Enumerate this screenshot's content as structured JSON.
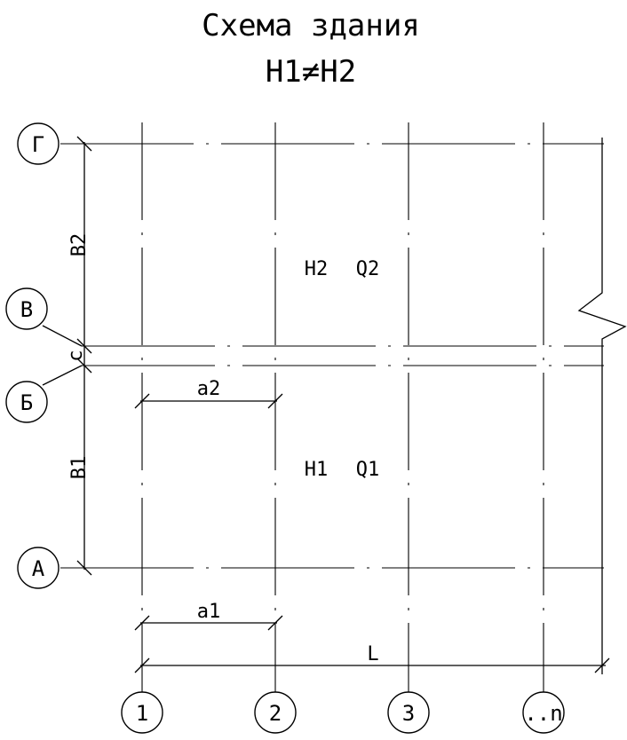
{
  "title": {
    "line1": "Схема здания",
    "line2": "H1≠H2"
  },
  "row_axes": [
    "Г",
    "В",
    "Б",
    "А"
  ],
  "column_axes": [
    "1",
    "2",
    "3",
    "..n"
  ],
  "zones": {
    "upper": {
      "height": "H2",
      "load": "Q2"
    },
    "lower": {
      "height": "H1",
      "load": "Q1"
    }
  },
  "dimensions": {
    "upper_span": "B2",
    "gap": "c",
    "lower_span": "B1",
    "upper_step": "a2",
    "lower_step": "a1",
    "length": "L"
  }
}
